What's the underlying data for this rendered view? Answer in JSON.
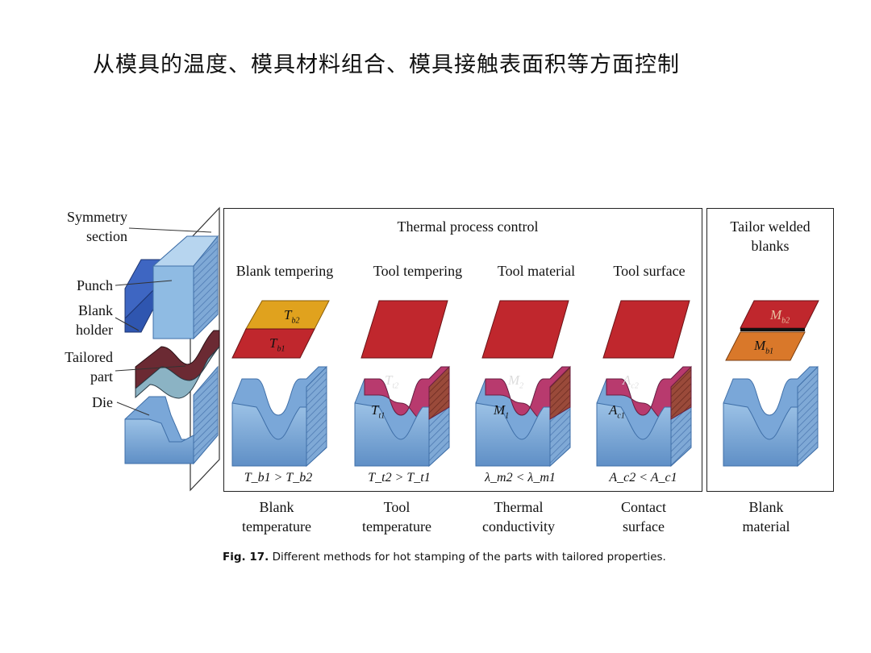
{
  "slide": {
    "title": "从模具的温度、模具材料组合、模具接触表面积等方面控制"
  },
  "figure": {
    "left_labels": {
      "symmetry": [
        "Symmetry",
        "section"
      ],
      "punch": "Punch",
      "blank_holder": [
        "Blank",
        "holder"
      ],
      "tailored_part": [
        "Tailored",
        "part"
      ],
      "die": "Die"
    },
    "group_thermal": "Thermal process control",
    "group_tailor": [
      "Tailor welded",
      "blanks"
    ],
    "columns": [
      {
        "header": "Blank tempering",
        "top": "T",
        "top_sub": "b2",
        "bottom": "T",
        "bottom_sub": "b1",
        "relation": "T_b1 > T_b2",
        "footer": [
          "Blank",
          "temperature"
        ]
      },
      {
        "header": "Tool tempering",
        "top": "T",
        "top_sub": "t2",
        "bottom": "T",
        "bottom_sub": "t1",
        "relation": "T_t2 > T_t1",
        "footer": [
          "Tool",
          "temperature"
        ]
      },
      {
        "header": "Tool material",
        "top": "M",
        "top_sub": "2",
        "bottom": "M",
        "bottom_sub": "1",
        "relation": "λ_m2 < λ_m1",
        "footer": [
          "Thermal",
          "conductivity"
        ]
      },
      {
        "header": "Tool surface",
        "top": "A",
        "top_sub": "c2",
        "bottom": "A",
        "bottom_sub": "c1",
        "relation": "A_c2 < A_c1",
        "footer": [
          "Contact",
          "surface"
        ]
      },
      {
        "header": "",
        "top": "M",
        "top_sub": "b2",
        "bottom": "M",
        "bottom_sub": "b1",
        "relation": "",
        "footer": [
          "Blank",
          "material"
        ]
      }
    ],
    "caption_label": "Fig. 17.",
    "caption_text": "Different methods for hot stamping of the parts with tailored properties."
  },
  "colors": {
    "die_blue": "#6f9fd0",
    "die_dark": "#3f6fa8",
    "red": "#c0272d",
    "magenta": "#b83a6e",
    "gold": "#e0a21e",
    "orange": "#d9782a",
    "punch_blue": "#2f56b0"
  }
}
